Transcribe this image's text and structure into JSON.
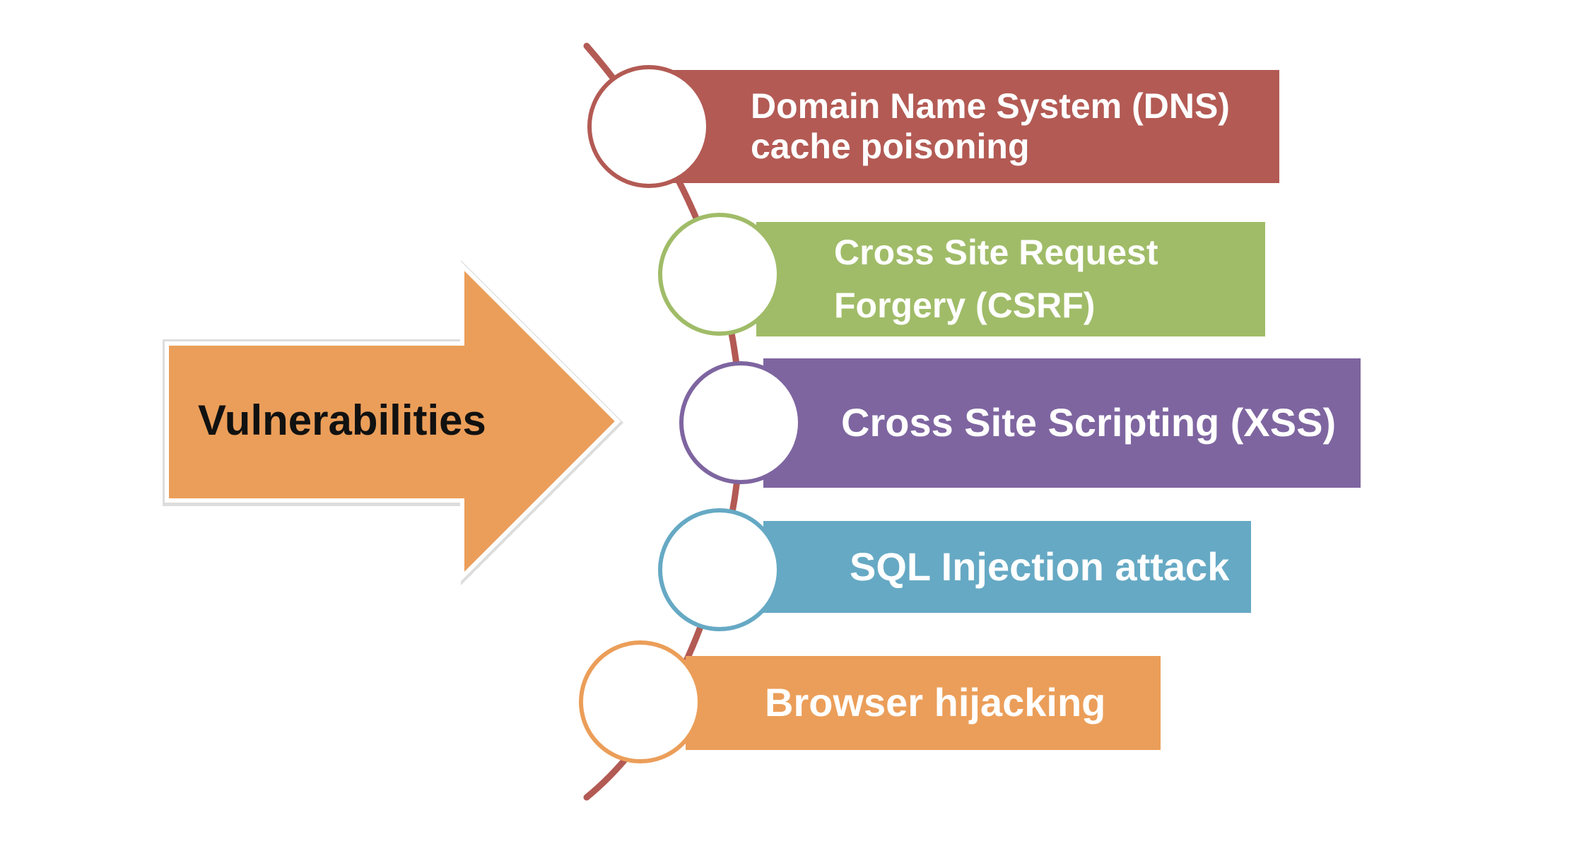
{
  "arrow": {
    "label": "Vulnerabilities",
    "color": "#eb9e59"
  },
  "items": [
    {
      "line1": "Domain Name System  (DNS)",
      "line2": "cache poisoning",
      "color": "#b35a54"
    },
    {
      "line1": "Cross Site Request",
      "line2": "Forgery (CSRF)",
      "color": "#a0bc68"
    },
    {
      "line1": "Cross Site Scripting (XSS)",
      "color": "#7e65a0"
    },
    {
      "line1": "SQL Injection attack",
      "color": "#66a9c4"
    },
    {
      "line1": "Browser hijacking",
      "color": "#eb9e59"
    }
  ],
  "connector_color": "#b35a54"
}
